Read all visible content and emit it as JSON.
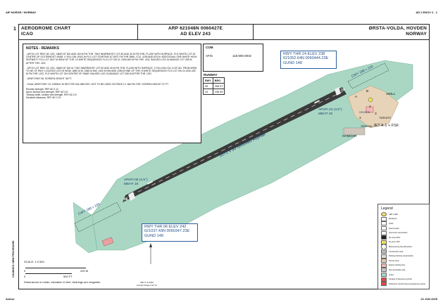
{
  "header": {
    "left": "AIP NORGE / NORWAY",
    "right": "AD 2 ENOV 2 - 1"
  },
  "page_marker": "1",
  "title": {
    "chart_name": "AERODROME CHART",
    "org": "ICAO",
    "arp": "ARP 621048N 0060427E",
    "elev": "AD ELEV 243",
    "aerodrome": "ØRSTA-VOLDA, HOVDEN",
    "country": "NORWAY"
  },
  "notes": {
    "heading": "NOTES - REMARKS",
    "items": [
      "- APCH LGT RWY 06: LED, XBAR AT 300 AND 150 M FM THR. TWO INNERMOST LGT 60 AND 30 M FM THR, FLUSH WITH SURFACE. FLG WHITE LGT AT CENTRE OF OUTERMOST XBAR. 4 YELLOW LEAD-IN FLG LGT STARTING AT DIST FM THR 2885, 1712, 1155 AND 623 M. ADDITIONAL ONE WHITE HIGH-INTENSITY FLG LGT 2647 M WSW OF THR. 10 WHITE SEQUENCED FLG LGT ON CL 2400-500 M FM THR. LED, BALKED LOG GUIDANCE LGT 255 M AFTER THR. LED.",
      "- APCH LGT RWY 24: LED, XBAR AT 150 M. TWO INNERMOST LGT 60 AND 30 M FM THR, FLUSH WITH SURFACE. 3 YELLOW CGL N OF AD. FROM WSW TO NE OF RWY, LOCATED 2270 M WSW, 1880 M W, 1565 M NW, 1400 M NW AND 1255 M NNE OF THR. 8 WHITE SEQUENCED FLG LGT ON CL1430-430 M FM THR. LED, FLG WHITE LGT ON CENTRE OF XBAR. BALKED LOG GUIDANCE LGT 265 M AFTER THR. LED.",
      "- APAPI RWY 06: SCREEN HEIGHT 36 FT.",
      "- DUAL APAPI RWY 24: VISIBLE IN SECTOR 034-068 DEG. NOT TO BE USED OUTSIDE 2.1 NM FM THR. SCREEN HEIGHT 37 FT."
    ],
    "strengths": [
      "Runway strength, REF AD 2.12",
      "Apron surface and strength, REF AD 2.8",
      "Taxiway width, surface and strength, REF AD 2.8",
      "Declared distances, REF AD 2.13"
    ]
  },
  "com": {
    "heading": "COM",
    "service": "AFIS",
    "freq": "118.905 MHZ"
  },
  "runway_table": {
    "heading": "RUNWAY",
    "cols": [
      "RWY",
      "BRG"
    ],
    "rows": [
      [
        "06",
        "058.37"
      ],
      [
        "24",
        "238.39"
      ]
    ]
  },
  "callouts": {
    "thr24": [
      "RWY THR 24 ELEV 238",
      "621052.64N 0060444.23E",
      "GUND 148"
    ],
    "thr06": [
      "RWY THR 06 ELEV 242",
      "621037.43N 0060347.23E",
      "GUND 148"
    ]
  },
  "map_labels": {
    "cwy_ne": "CWY 180 x 150",
    "cwy_sw": "CWY 180 x 150",
    "runway": "1071 x 30 Grooved Asphalt",
    "apapi24_1": "APAPI 24 (4.5°)",
    "apapi24_2": "MEHT 20",
    "apapi06_1": "APAPI 06 (4.5°)",
    "apapi06_2": "MEHT 19",
    "rwy_24": "24",
    "rwy_06": "06",
    "hovden": "HOVDEN",
    "fuel": "100LL",
    "jet": "JET A-1 + FSII",
    "twr": "TWR/ATS",
    "hangar": "HANGAR",
    "terminal": "TERMINAL",
    "twy_a": "A",
    "twy_b": "B",
    "stand_1": "1",
    "stand_2": "2",
    "stand_3": "3"
  },
  "legend": {
    "title": "Legend",
    "items": [
      "ARP / HRP",
      "Windsock",
      "IGAS",
      "Anemometer",
      "Instrument transmitters",
      "No entry RWY",
      "No entry TWY",
      "Maneuvering Area Boundary",
      "Construction area",
      "Parking/ docking visual station",
      "Tarmac area",
      "Engine Testing Area",
      "Non accessible area",
      "Grass",
      "Storage of dangerous goods",
      "Parking for aircraft carrying dangerous goods"
    ]
  },
  "scale": {
    "title": "SCALE: 1:3 500",
    "m0": "0",
    "m200": "200 M",
    "ft0": "0",
    "ft500": "500 FT",
    "note": "Dimensions in meter, elevation in feet, bearings are magnetic."
  },
  "north": {
    "var1": "VAR 2° E 2020",
    "var2": "Annual change 0.22° E"
  },
  "side_note": "CHANGES: NEW PROCEDURE",
  "footer": {
    "left": "Avinor",
    "right": "22 JUN 2025"
  }
}
